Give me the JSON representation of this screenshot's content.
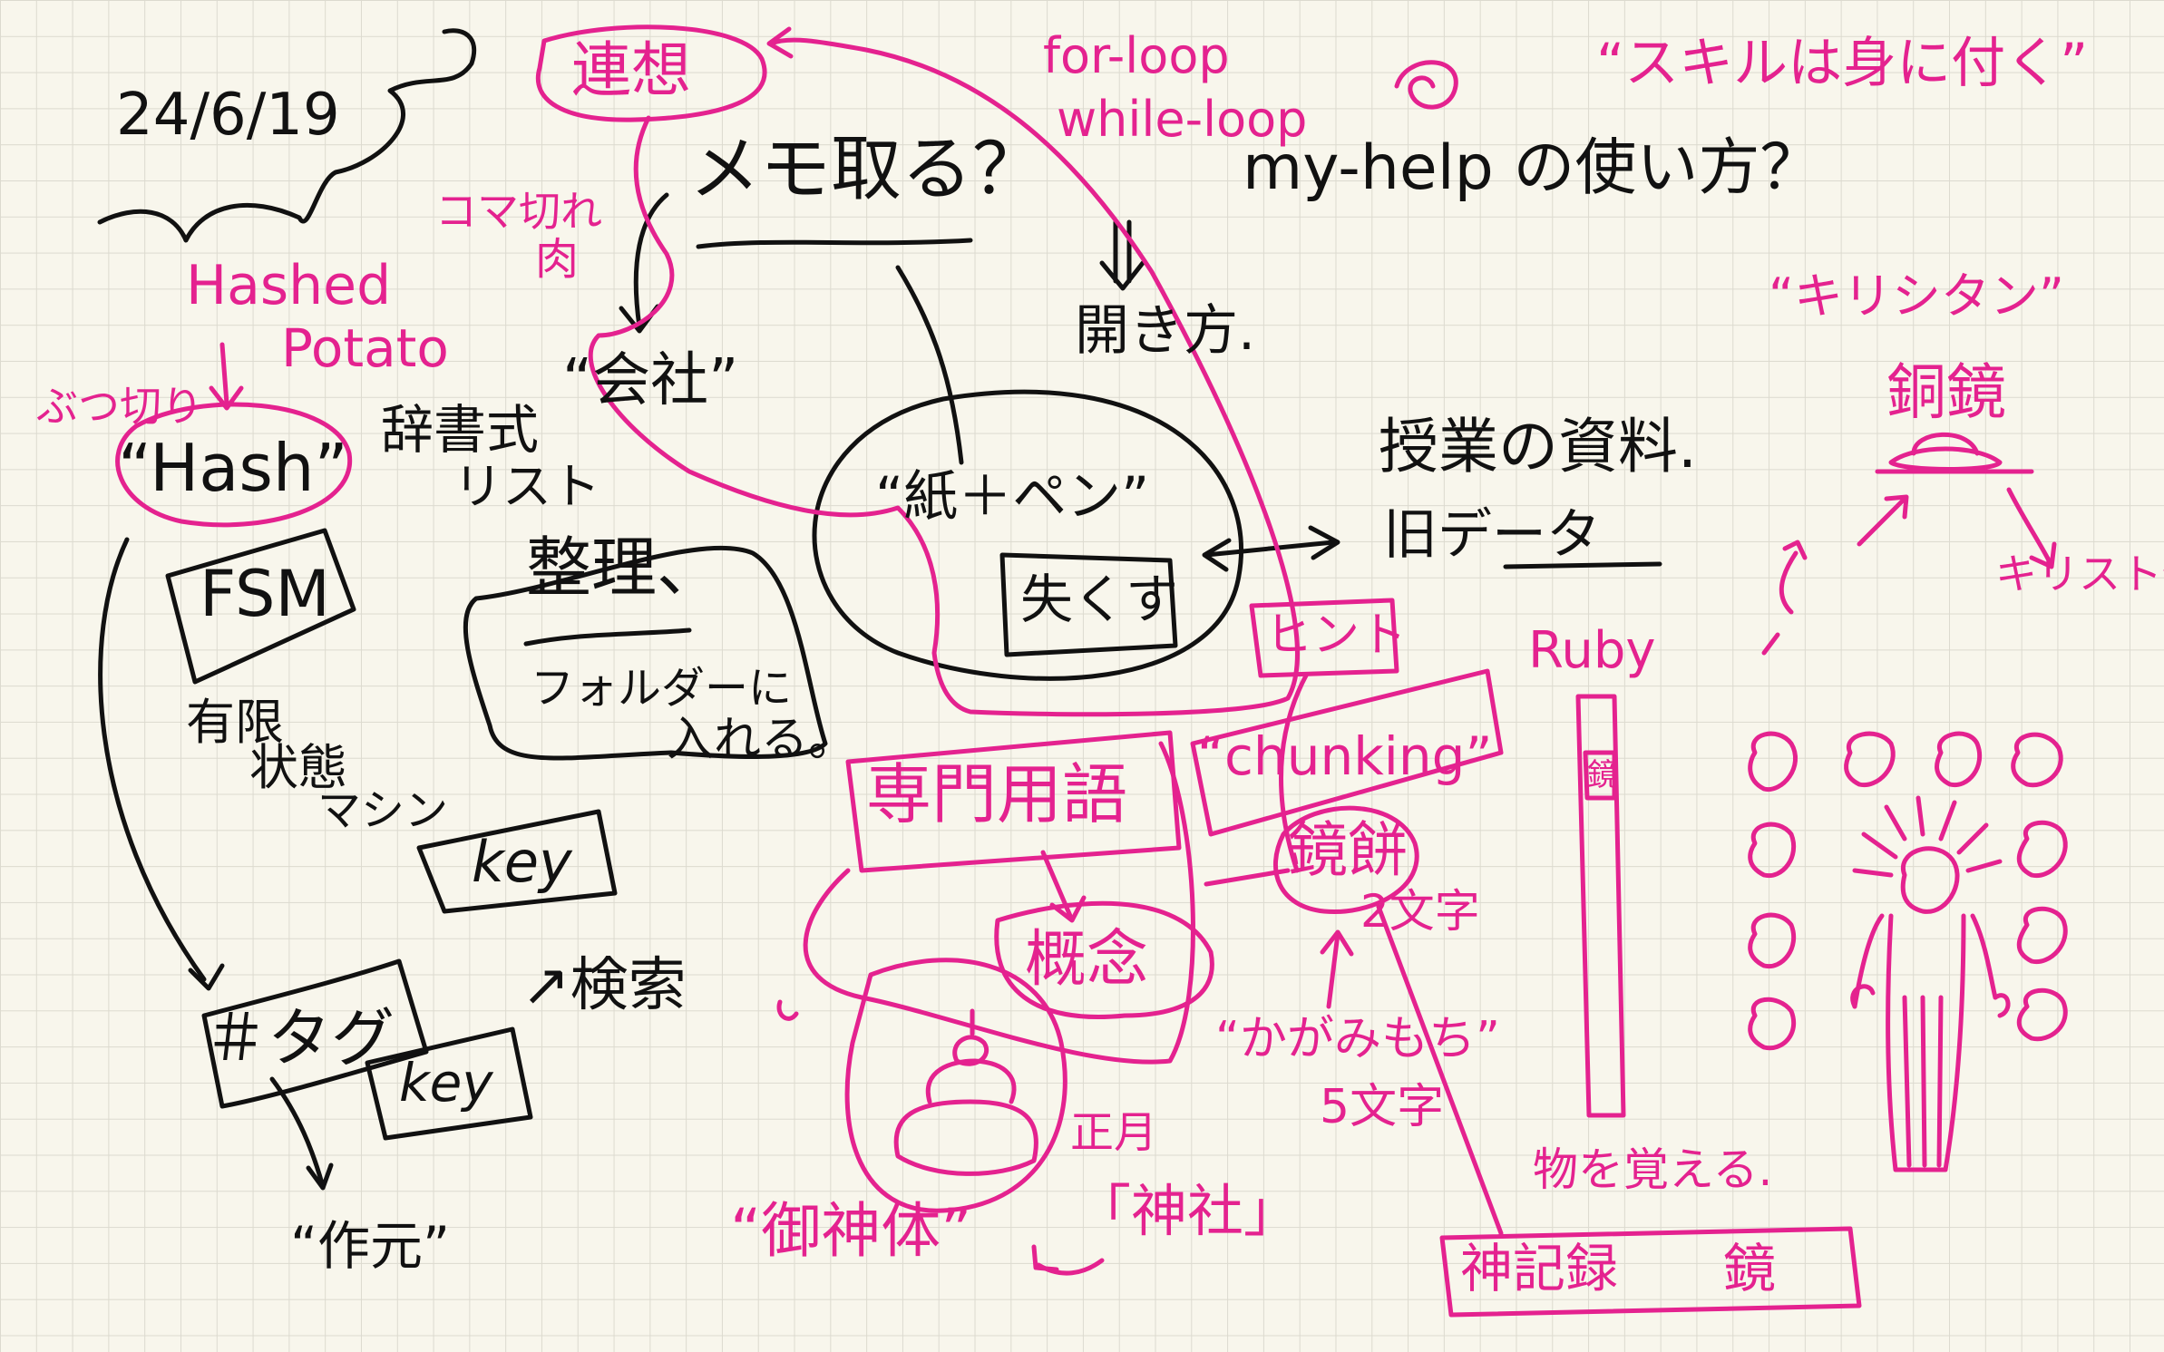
{
  "colors": {
    "paper": "#f8f6ec",
    "grid": "#dcdacf",
    "ink_black": "#111111",
    "ink_magenta": "#e4228f"
  },
  "black_ink": {
    "date": "24/6/19",
    "memo_taking": "メモ取る？",
    "my_help": "my-help の使い方？",
    "how_to_open": "開き方.",
    "company": "“会社”",
    "paper_pen": "“紙＋ペン”",
    "lose": "失くす",
    "class_materials": "授業の資料.",
    "old_data": "旧データ",
    "hash": "“Hash”",
    "fsm": "FSM",
    "fsm_desc_1": "有限",
    "fsm_desc_2": "状態",
    "fsm_desc_3": "マシン",
    "dictionary_style_1": "辞書式",
    "dictionary_style_2": "リスト",
    "organize": "整理、",
    "folder_1": "フォルダーに",
    "folder_2": "入れる。",
    "key_1": "key",
    "hashtag": "＃タグ",
    "key_2": "key",
    "search": "↗検索",
    "creator": "“作元”"
  },
  "magenta_ink": {
    "association": "連想",
    "for_loop": "for-loop",
    "while_loop": "while-loop",
    "skill_quote": "“スキルは身に付く”",
    "komagire": "コマ切れ",
    "meat": "肉",
    "hashed": "Hashed",
    "potato": "Potato",
    "buttsugiri": "ぶつ切り",
    "christian": "“キリシタン”",
    "bronze_mirror": "銅鏡",
    "christ_statue": "キリスト像",
    "hint": "ヒント",
    "chunking": "“chunking”",
    "ruby": "Ruby",
    "ruby_kanji": "鏡",
    "terminology": "専門用語",
    "concept": "概念",
    "mirror_mochi": "鏡餅",
    "two_chars": "2文字",
    "kagamimochi": "“かがみもち”",
    "five_chars": "5文字",
    "new_year": "正月",
    "goshintai": "“御神体”",
    "shrine": "「神社」",
    "memorize": "物を覚える.",
    "god_records": "神記録　　鏡"
  }
}
